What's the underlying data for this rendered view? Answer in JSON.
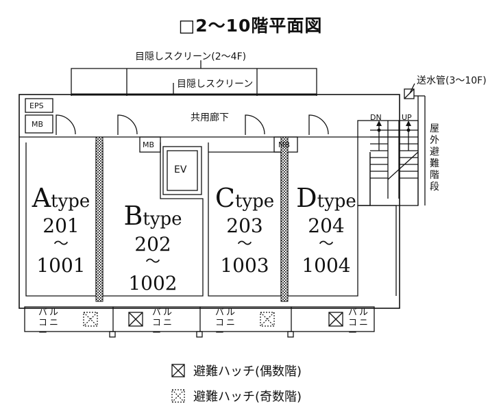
{
  "title": "□2〜10階平面図",
  "labels": {
    "screen_top": "目隠しスクリーン(2〜4F)",
    "screen_mid": "目隠しスクリーン",
    "pipe": "送水管(3〜10F)",
    "corridor": "共用廊下",
    "eps": "EPS",
    "mb": "MB",
    "ev": "EV",
    "dn": "DN",
    "up": "UP",
    "stair": "屋外避難階段",
    "balcony": "バル コニー"
  },
  "units": [
    {
      "type_letter": "A",
      "type_rest": "type",
      "num_top": "201",
      "tilde": "〜",
      "num_bottom": "1001"
    },
    {
      "type_letter": "B",
      "type_rest": "type",
      "num_top": "202",
      "tilde": "〜",
      "num_bottom": "1002"
    },
    {
      "type_letter": "C",
      "type_rest": "type",
      "num_top": "203",
      "tilde": "〜",
      "num_bottom": "1003"
    },
    {
      "type_letter": "D",
      "type_rest": "type",
      "num_top": "204",
      "tilde": "〜",
      "num_bottom": "1004"
    }
  ],
  "legend": {
    "even": "避難ハッチ(偶数階)",
    "odd": "避難ハッチ(奇数階)"
  }
}
